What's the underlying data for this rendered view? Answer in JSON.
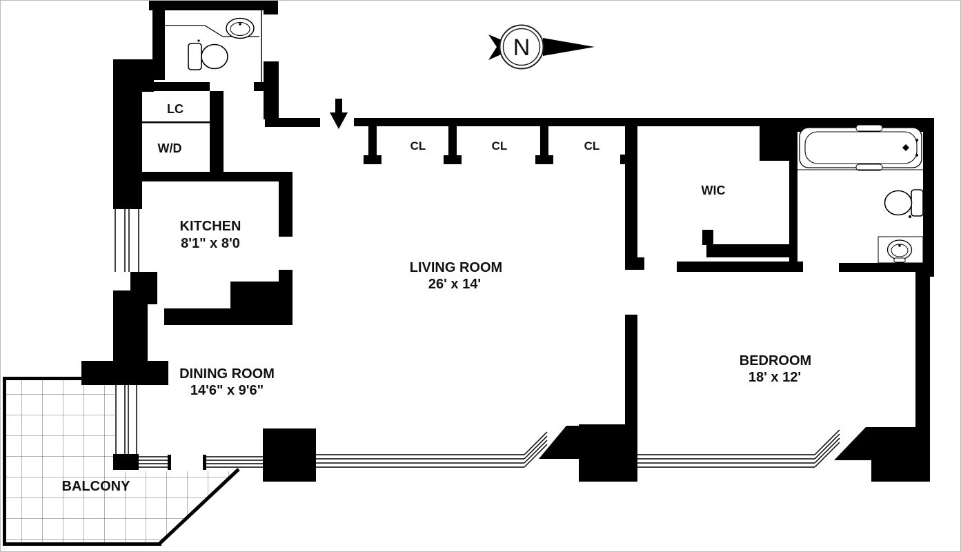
{
  "plan": {
    "type": "apartment-floor-plan",
    "compass": {
      "label": "N"
    },
    "rooms": {
      "living": {
        "name": "LIVING ROOM",
        "dims": "26' x 14'"
      },
      "dining": {
        "name": "DINING ROOM",
        "dims": "14'6\" x 9'6\""
      },
      "bedroom": {
        "name": "BEDROOM",
        "dims": "18' x 12'"
      },
      "kitchen": {
        "name": "KITCHEN",
        "dims": "8'1\" x 8'0"
      },
      "balcony": {
        "name": "BALCONY"
      },
      "wic": {
        "name": "WIC"
      },
      "lc": {
        "name": "LC"
      },
      "wd": {
        "name": "W/D"
      }
    },
    "closets": [
      {
        "label": "CL"
      },
      {
        "label": "CL"
      },
      {
        "label": "CL"
      }
    ],
    "fixtures": {
      "bathroom_top": [
        "toilet",
        "sink"
      ],
      "bathroom_right": [
        "bathtub",
        "toilet",
        "sink"
      ]
    },
    "colors": {
      "wall": "#000000",
      "background": "#ffffff",
      "tile_line": "#666666",
      "label": "#111111"
    }
  }
}
